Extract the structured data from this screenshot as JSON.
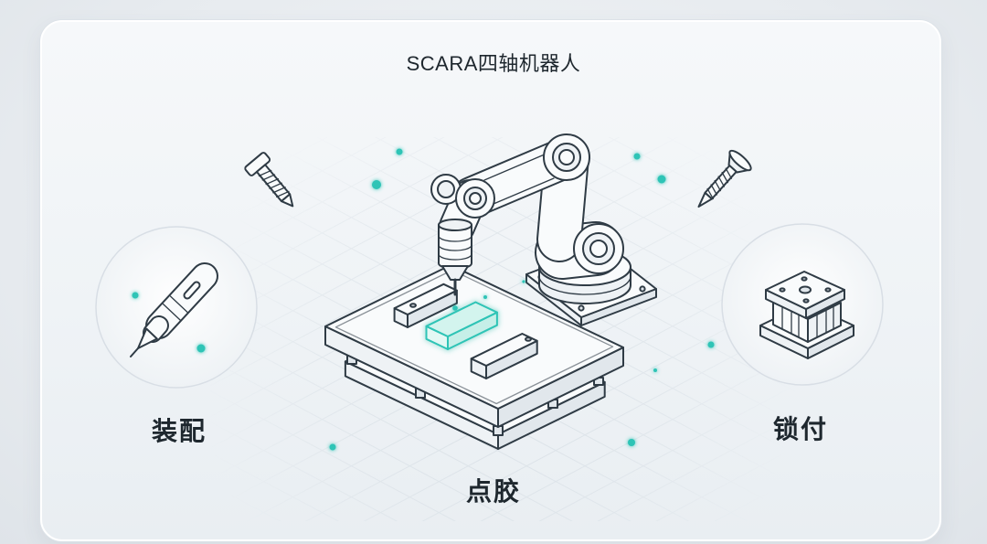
{
  "card": {
    "title": "SCARA四轴机器人"
  },
  "applications": {
    "left": {
      "label": "装配",
      "icon": "glue-dispenser-icon"
    },
    "right": {
      "label": "锁付",
      "icon": "press-fixture-icon"
    },
    "bottom": {
      "label": "点胶",
      "icon": "robot-arm-dispensing-icon"
    }
  },
  "decorations": {
    "left_screw_icon": "pan-head-screw-icon",
    "right_screw_icon": "countersunk-screw-icon",
    "particle_icon": "teal-dot-icon"
  },
  "colors": {
    "accent": "#2ec4b6",
    "line": "#2f3b45",
    "text": "#1e272e",
    "card_background": "#f6f8fa",
    "page_background": "#e7ebef"
  }
}
